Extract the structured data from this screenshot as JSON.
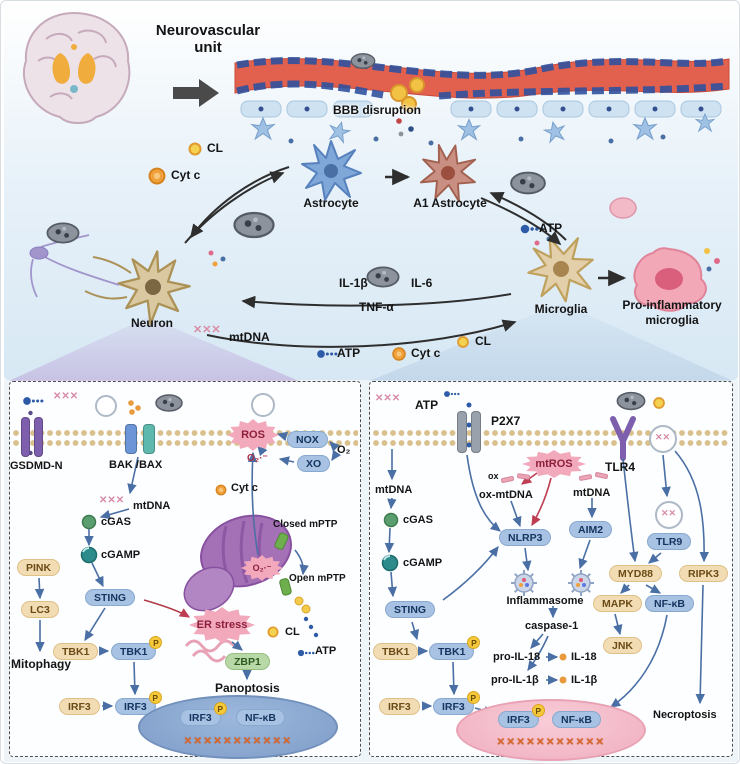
{
  "figure": {
    "title": "Neurovascular unit",
    "bbb_label": "BBB disruption"
  },
  "cycle": {
    "cl_top": "CL",
    "cytc_top": "Cyt c",
    "astrocyte": "Astrocyte",
    "a1_astrocyte": "A1 Astrocyte",
    "atp_right": "ATP",
    "neuron": "Neuron",
    "il1b": "IL-1β",
    "il6": "IL-6",
    "tnfa": "TNF-α",
    "microglia": "Microglia",
    "pro_microglia_line1": "Pro-inflammatory",
    "pro_microglia_line2": "microglia",
    "mtdna": "mtDNA",
    "atp_bottom": "ATP",
    "cytc_bottom": "Cyt c",
    "cl_bottom": "CL"
  },
  "left_panel": {
    "gsdmd_n": "GSDMD-N",
    "bak_bax": "BAK /BAX",
    "ros": "ROS",
    "nox": "NOX",
    "xo": "XO",
    "o2": "O₂",
    "superoxide_top": "O₂·⁻",
    "cytc": "Cyt c",
    "mtdna": "mtDNA",
    "cgas": "cGAS",
    "cgamp": "cGAMP",
    "pink": "PINK",
    "lc3": "LC3",
    "sting": "STING",
    "closed_mptp": "Closed mPTP",
    "superoxide_mito": "O₂·⁻",
    "open_mptp": "Open mPTP",
    "er_stress": "ER stress",
    "cl": "CL",
    "atp": "ATP",
    "tbk1": "TBK1",
    "tbk1_p": "TBK1",
    "mitophagy": "Mitophagy",
    "zbp1": "ZBP1",
    "panoptosis": "Panoptosis",
    "irf3": "IRF3",
    "irf3_p": "IRF3",
    "nucleus_irf3": "IRF3",
    "nucleus_nfkb": "NF-κB"
  },
  "right_panel": {
    "atp_top": "ATP",
    "p2x7": "P2X7",
    "mtros": "mtROS",
    "tlr4": "TLR4",
    "mtdna_left": "mtDNA",
    "cgas": "cGAS",
    "cgamp": "cGAMP",
    "sting": "STING",
    "ox": "ox",
    "ox_mtdna": "ox-mtDNA",
    "nlrp3": "NLRP3",
    "mtdna_right": "mtDNA",
    "aim2": "AIM2",
    "tlr9": "TLR9",
    "myd88": "MYD88",
    "ripk3": "RIPK3",
    "inflammasome": "Inflammasome",
    "mapk": "MAPK",
    "nfkb": "NF-κB",
    "tbk1": "TBK1",
    "tbk1_p": "TBK1",
    "caspase1": "caspase-1",
    "jnk": "JNK",
    "pro_il18": "pro-IL-18",
    "il18": "IL-18",
    "pro_il1b": "pro-IL-1β",
    "il1b": "IL-1β",
    "irf3": "IRF3",
    "irf3_p": "IRF3",
    "nucleus_irf3": "IRF3",
    "nucleus_nfkb": "NF-κB",
    "necroptosis": "Necroptosis"
  },
  "badges": {
    "phospho": "P"
  },
  "icons": {
    "helix3": "✕✕✕",
    "helix2": "✕✕",
    "dna_strand": "✕✕✕✕✕✕✕✕✕✕✕"
  },
  "colors": {
    "vessel_red": "#e2604e",
    "accent_blue": "#a7c2e2",
    "accent_tan": "#f2dcb4",
    "starburst_pink": "#f2a9bc",
    "nucleus_blue": "#8aa9d3",
    "nucleus_pink": "#f4bcc9"
  }
}
